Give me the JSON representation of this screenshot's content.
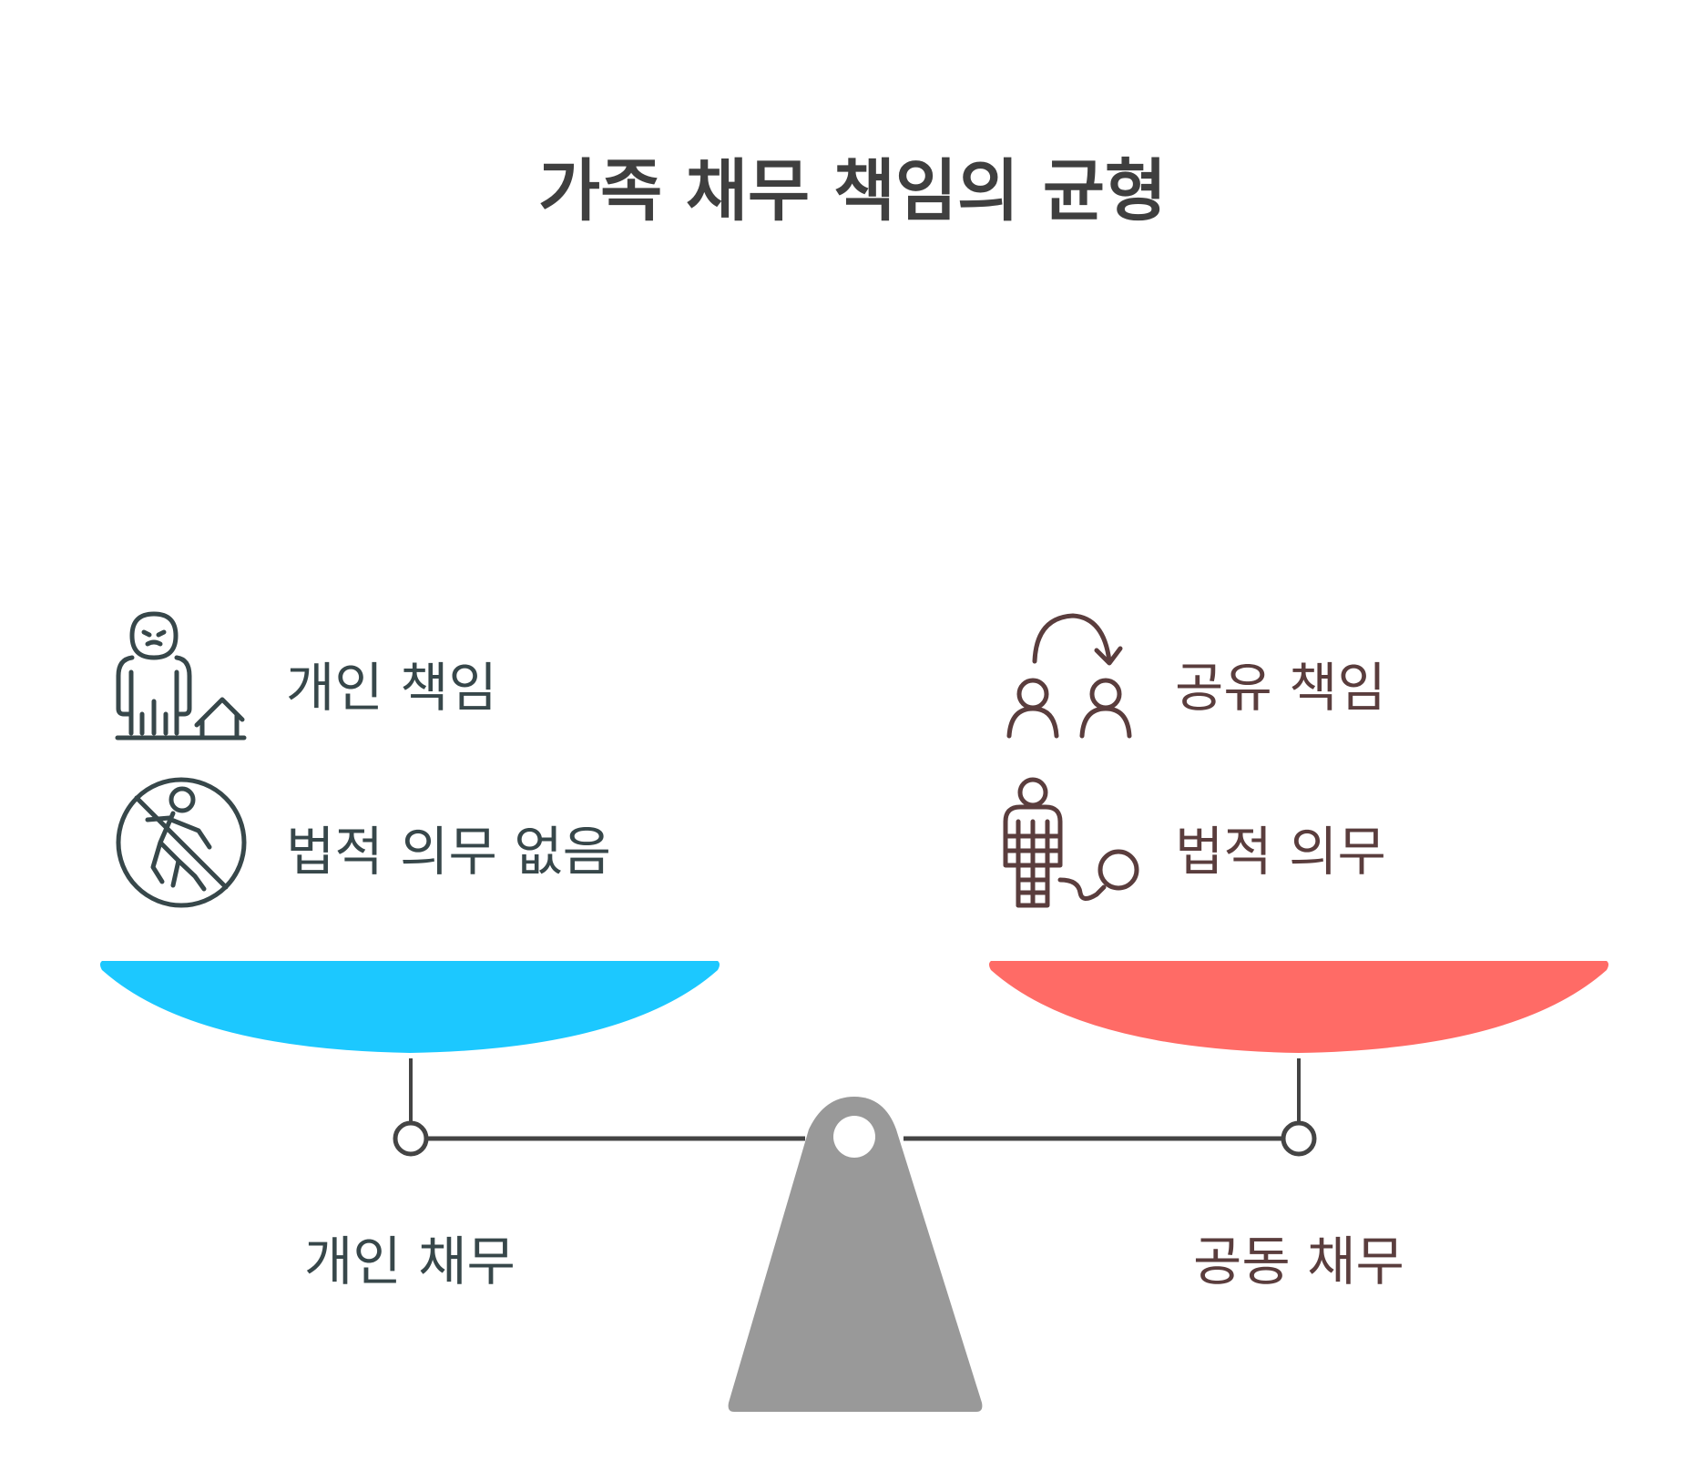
{
  "title": "가족 채무 책임의 균형",
  "left": {
    "items": [
      {
        "icon": "person-with-house-icon",
        "label": "개인 책임"
      },
      {
        "icon": "no-pedestrian-icon",
        "label": "법적 의무 없음"
      }
    ],
    "pan_label": "개인 채무",
    "color": "#1cc8ff",
    "text_color": "#37474a"
  },
  "right": {
    "items": [
      {
        "icon": "shared-people-arrow-icon",
        "label": "공유 책임"
      },
      {
        "icon": "person-in-cage-chain-icon",
        "label": "법적 의무"
      }
    ],
    "pan_label": "공동 채무",
    "color": "#ff6b66",
    "text_color": "#5a3d3d"
  },
  "fulcrum_color": "#999999",
  "beam_color": "#444444"
}
